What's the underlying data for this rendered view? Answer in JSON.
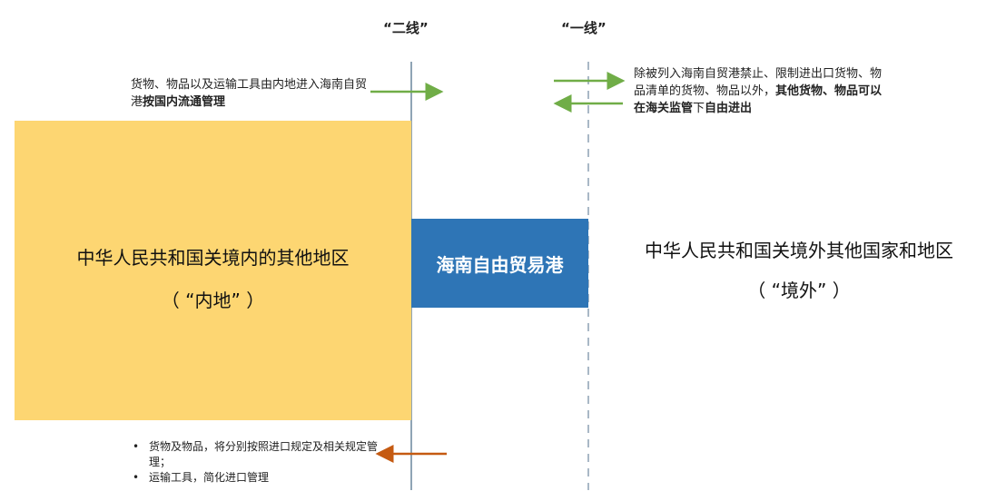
{
  "line2_label": "“二线”",
  "line1_label": "“一线”",
  "left_note": {
    "part1": "货物、物品以及运输工具由内地进入海南自贸港",
    "bold": "按国内流通管理"
  },
  "right_note": {
    "part1": "除被列入海南自贸港禁止、限制进出口货物、物品清单的货物、物品以外，",
    "bold1": "其他货物、物品可以在海关监管",
    "part2": "下",
    "bold2": "自由进出"
  },
  "inland": {
    "title": "中华人民共和国关境内的其他地区",
    "subtitle": "（ “内地” ）"
  },
  "port": {
    "title": "海南自由贸易港"
  },
  "abroad": {
    "title": "中华人民共和国关境外其他国家和地区",
    "subtitle": "（ “境外” ）"
  },
  "bottom_notes": [
    "货物及物品，将分别按照进口规定及相关规定管理；",
    "运输工具，简化进口管理"
  ],
  "colors": {
    "inland_fill": "#FDD672",
    "port_fill": "#2E75B6",
    "line2_color": "#8FA4B5",
    "line1_color": "#A9B8C6",
    "arrow_green": "#70AD47",
    "arrow_orange": "#C55A11"
  }
}
